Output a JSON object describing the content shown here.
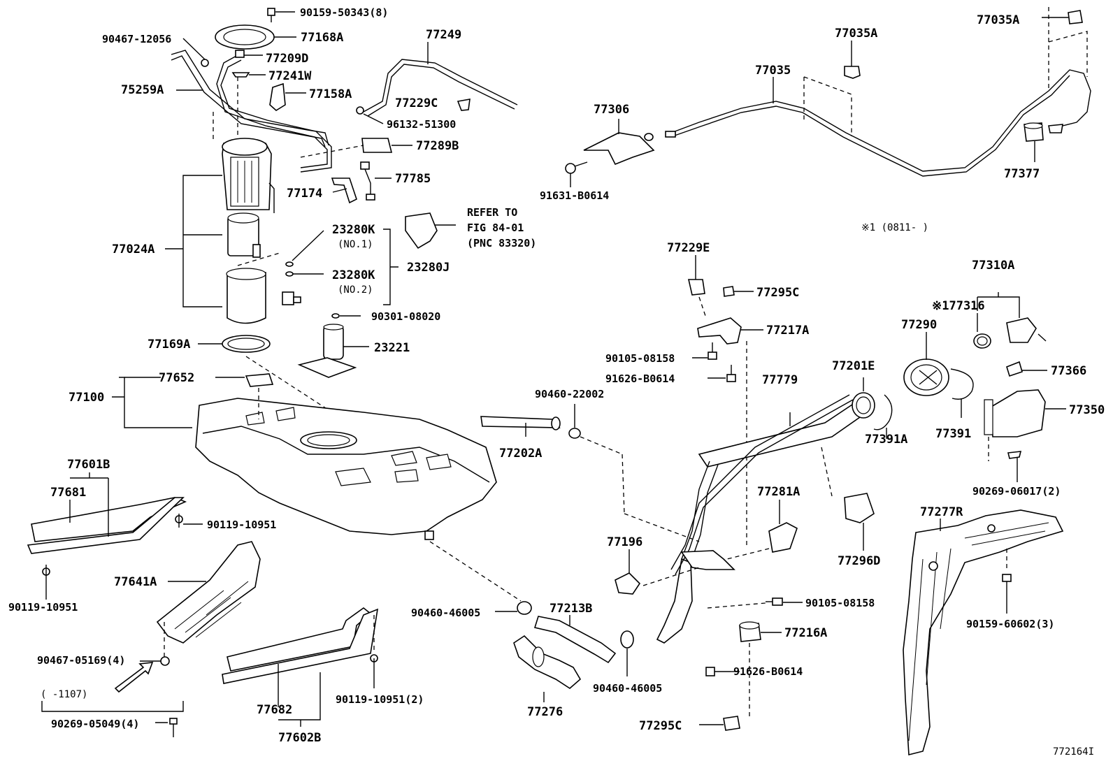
{
  "diagram": {
    "figure_code": "772164I",
    "refer_note": {
      "line1": "REFER TO",
      "line2": "FIG 84-01",
      "line3": "(PNC 83320)"
    },
    "notes": {
      "serial_range": "※1 (0811-     )",
      "date_range": "(     -1107)"
    },
    "labels": {
      "l_90159_50343": "90159-50343(8)",
      "l_77168a": "77168A",
      "l_90467_12056": "90467-12056",
      "l_77209d": "77209D",
      "l_77241w": "77241W",
      "l_75259a": "75259A",
      "l_77158a": "77158A",
      "l_77249": "77249",
      "l_77229c": "77229C",
      "l_96132_51300": "96132-51300",
      "l_77289b": "77289B",
      "l_77785": "77785",
      "l_77174": "77174",
      "l_77024a": "77024A",
      "l_23280k_1": "23280K",
      "l_no1": "(NO.1)",
      "l_23280j": "23280J",
      "l_23280k_2": "23280K",
      "l_no2": "(NO.2)",
      "l_90301_08020": "90301-08020",
      "l_77169a": "77169A",
      "l_23221": "23221",
      "l_77100": "77100",
      "l_77652": "77652",
      "l_77601b": "77601B",
      "l_77681": "77681",
      "l_90119_10951_a": "90119-10951",
      "l_90119_10951_b": "90119-10951",
      "l_77641a": "77641A",
      "l_90467_05169": "90467-05169(4)",
      "l_90269_05049": "90269-05049(4)",
      "l_77682": "77682",
      "l_77602b": "77602B",
      "l_90119_10951_2": "90119-10951(2)",
      "l_90460_22002": "90460-22002",
      "l_77202a": "77202A",
      "l_90460_46005_a": "90460-46005",
      "l_77213b": "77213B",
      "l_77276": "77276",
      "l_90460_46005_b": "90460-46005",
      "l_77035a_top": "77035A",
      "l_77035a_right": "77035A",
      "l_77035": "77035",
      "l_77306": "77306",
      "l_91631_b0614": "91631-B0614",
      "l_77377": "77377",
      "l_77229e": "77229E",
      "l_77295c_a": "77295C",
      "l_77217a": "77217A",
      "l_90105_08158_a": "90105-08158",
      "l_91626_b0614_a": "91626-B0614",
      "l_77779": "77779",
      "l_77201e": "77201E",
      "l_77391a": "77391A",
      "l_77290": "77290",
      "l_77316": "※177316",
      "l_77310a": "77310A",
      "l_77366": "77366",
      "l_77350": "77350",
      "l_77391": "77391",
      "l_90269_06017": "90269-06017(2)",
      "l_77281a": "77281A",
      "l_77296d": "77296D",
      "l_77196": "77196",
      "l_90105_08158_b": "90105-08158",
      "l_77216a": "77216A",
      "l_91626_b0614_b": "91626-B0614",
      "l_77295c_b": "77295C",
      "l_77277r": "77277R",
      "l_90159_60602": "90159-60602(3)"
    }
  }
}
